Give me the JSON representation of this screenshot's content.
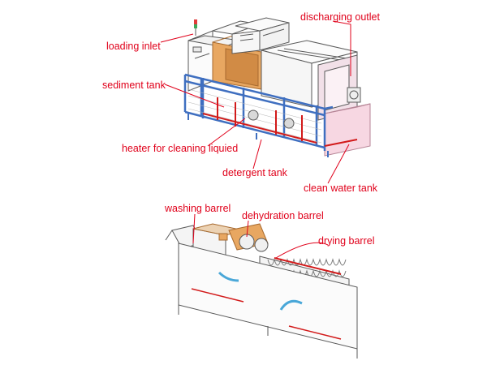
{
  "colors": {
    "label": "#e0001a",
    "leader": "#e0001a",
    "frame_blue": "#3f6fc0",
    "machine_line": "#5a5a5a",
    "copper_panel": "#c9843f",
    "pink_accent": "#f3c6d6",
    "teal_pipe": "#49a7d8",
    "red_pipe": "#d21a1a"
  },
  "figures": [
    {
      "id": "cleaning-line-exterior",
      "labels": {
        "loading_inlet": "loading inlet",
        "discharging_outlet": "discharging outlet",
        "sediment_tank": "sediment tank",
        "heater": "heater for cleaning liquied",
        "detergent_tank": "detergent tank",
        "clean_water_tank": "clean water tank"
      }
    },
    {
      "id": "cleaning-line-cutaway",
      "labels": {
        "washing_barrel": "washing barrel",
        "dehydration_barrel": "dehydration barrel",
        "drying_barrel": "drying barrel"
      }
    }
  ]
}
